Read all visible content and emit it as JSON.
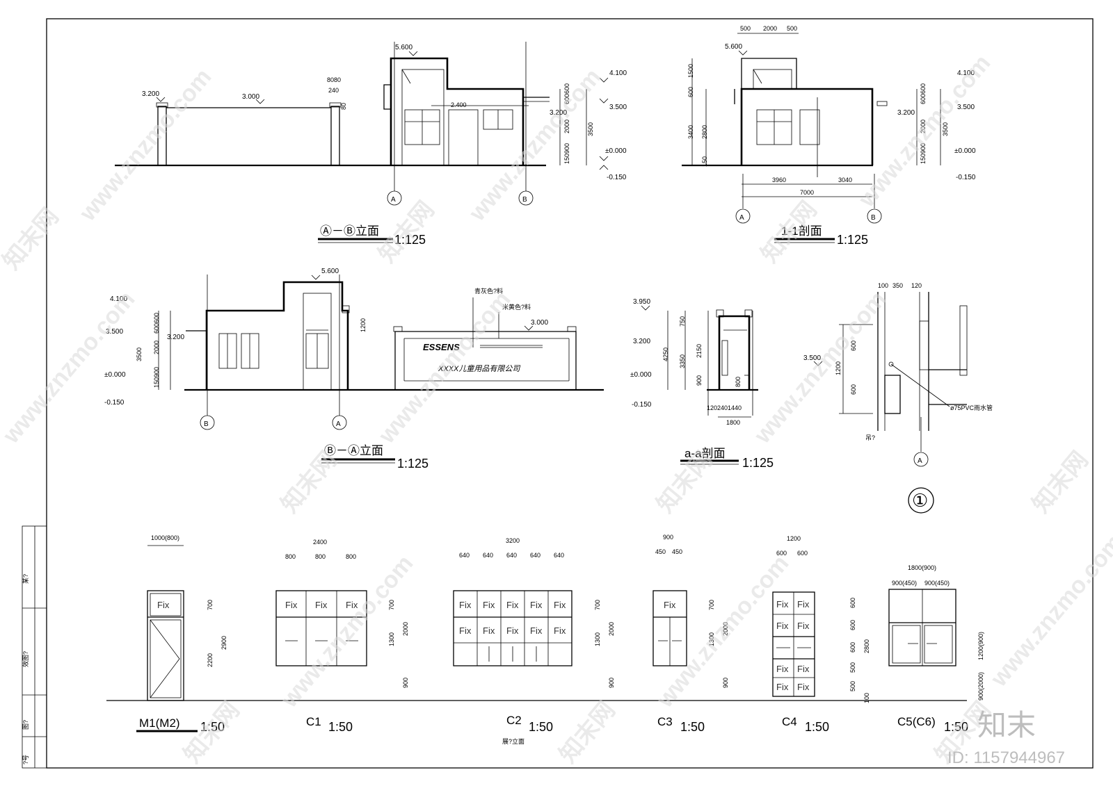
{
  "titles": {
    "ab_elev": "Ⓐ－Ⓑ立面",
    "ba_elev": "Ⓑ－Ⓐ立面",
    "sec11": "1-1剖面",
    "secaa": "a-a剖面",
    "scale125": "1:125",
    "scale50": "1:50",
    "detail_no": "①"
  },
  "levels": {
    "l5600": "5.600",
    "l4100": "4.100",
    "l3500": "3.500",
    "l3200": "3.200",
    "l3000": "3.000",
    "l0": "±0.000",
    "lm150": "-0.150",
    "l3950": "3.950"
  },
  "dims": {
    "d2400": "2.400",
    "d8080": "8080",
    "d240": "240",
    "d80": "80",
    "d600600": "600600",
    "d2000": "2000",
    "d3500": "3500",
    "d150900": "150900",
    "d500": "500",
    "d1500": "1500",
    "d600": "600",
    "d3400": "3400",
    "d2800": "2800",
    "d150": "150",
    "d3960": "3960",
    "d3040": "3040",
    "d7000": "7000",
    "d1200": "1200",
    "d750": "750",
    "d4250": "4250",
    "d3350": "3350",
    "d2150": "2150",
    "d900": "900",
    "d800": "800",
    "d100": "100",
    "d12024": "1202401440",
    "d1800": "1800",
    "d350": "350",
    "d120": "120"
  },
  "axes": {
    "A": "A",
    "B": "B"
  },
  "notes": {
    "blue_gray": "青灰色?料",
    "beige": "米黄色?料",
    "essens": "ESSENS",
    "company": "XXXX儿童用品有限公司",
    "pvc": "ø75PVC雨水管",
    "hang": "吊?",
    "window_elev": "展?立面"
  },
  "windows": {
    "m1": {
      "label": "M1(M2)",
      "w": "1000(800)",
      "h1": "700",
      "h2": "2200",
      "ht": "2900"
    },
    "c1": {
      "label": "C1",
      "w": "2400",
      "cols": [
        "800",
        "800",
        "800"
      ],
      "h1": "700",
      "h2": "1300",
      "ht": "2000",
      "sill": "900"
    },
    "c2": {
      "label": "C2",
      "w": "3200",
      "cols": [
        "640",
        "640",
        "640",
        "640",
        "640"
      ],
      "h1": "700",
      "h2": "1300",
      "ht": "2000",
      "sill": "900"
    },
    "c3": {
      "label": "C3",
      "w": "900",
      "cols": [
        "450",
        "450"
      ],
      "h1": "700",
      "h2": "1300",
      "ht": "2000",
      "sill": "900"
    },
    "c4": {
      "label": "C4",
      "w": "1200",
      "cols": [
        "600",
        "600"
      ],
      "rows": [
        "600",
        "600",
        "600",
        "500",
        "500"
      ],
      "ht": "2800",
      "sill": "100"
    },
    "c5": {
      "label": "C5(C6)",
      "w": "1800(900)",
      "cols": [
        "900(450)",
        "900(450)"
      ],
      "h": "1200(900)",
      "sill": "900(2000)"
    },
    "fix": "Fix"
  },
  "titleblock": {
    "r1": "某?",
    "r2": "效图?",
    "r3": "图?",
    "r4": "?号"
  },
  "watermark": {
    "site": "www.znzmo.com",
    "cn": "知末网",
    "brand": "知末",
    "id": "ID: 1157944967"
  }
}
